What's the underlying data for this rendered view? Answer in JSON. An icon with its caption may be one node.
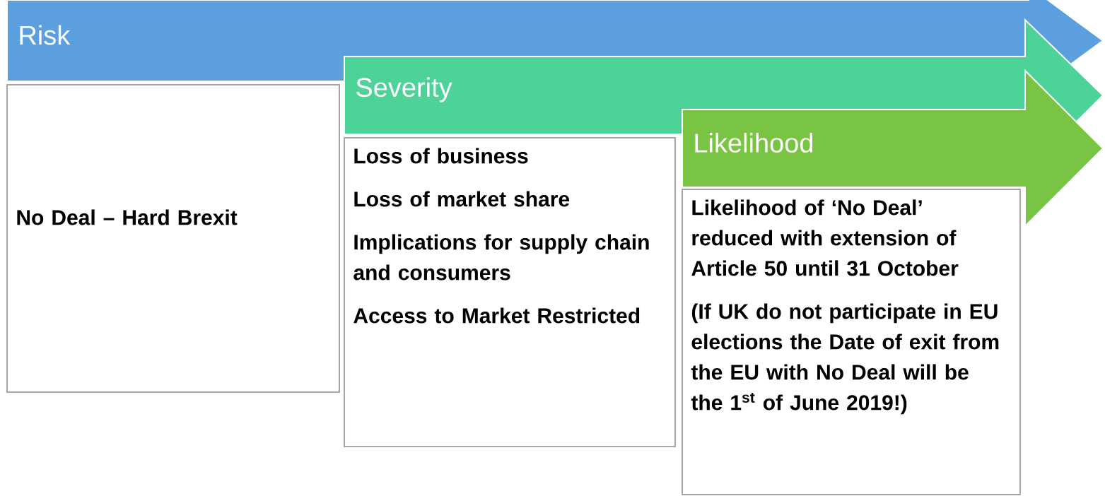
{
  "diagram": {
    "nodes": [
      {
        "text": [
          "Risk"
        ]
      },
      {
        "text": [
          "No Deal – Hard Brexit"
        ]
      },
      {
        "text": [
          "Severity"
        ]
      },
      {
        "text": [
          "Loss of business",
          "Loss of market share",
          "Implications for supply chain and consumers",
          "Access to Market Restricted"
        ]
      },
      {
        "text": [
          "Likelihood"
        ]
      },
      {
        "text": [
          "Likelihood of ‘No Deal’ reduced with extension of Article 50 until 31 October",
          "(If UK do not participate in EU elections the Date of exit from the EU with No Deal will be the 1$^{st}$ of June 2019!)"
        ]
      }
    ]
  }
}
